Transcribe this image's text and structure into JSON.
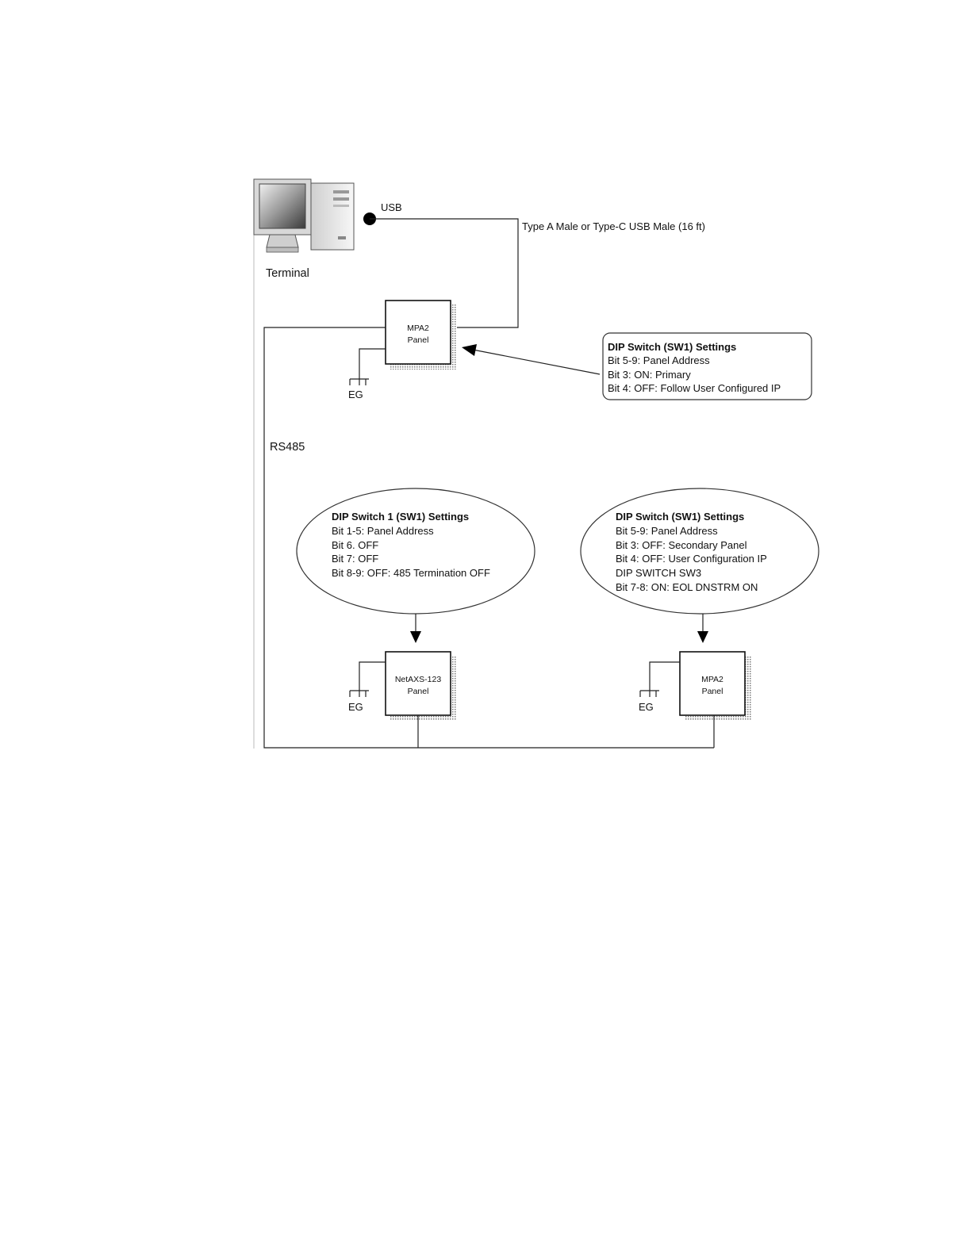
{
  "terminal": {
    "label": "Terminal",
    "icon": "desktop-computer-icon"
  },
  "usb": {
    "port_label": "USB",
    "cable_label": "Type A Male or Type-C USB Male (16 ft)"
  },
  "bus_label": "RS485",
  "ground_label": "EG",
  "panels": {
    "primary": {
      "line1": "MPA2",
      "line2": "Panel"
    },
    "netaxs": {
      "line1": "NetAXS-123",
      "line2": "Panel"
    },
    "secondary": {
      "line1": "MPA2",
      "line2": "Panel"
    }
  },
  "callouts": {
    "primary_settings": {
      "title": "DIP Switch  (SW1) Settings",
      "lines": [
        "Bit 5-9: Panel Address",
        "Bit 3: ON: Primary",
        "Bit 4: OFF: Follow User Configured IP"
      ]
    },
    "netaxs_settings": {
      "title": "DIP Switch 1 (SW1) Settings",
      "lines": [
        "Bit 1-5: Panel Address",
        "Bit 6. OFF",
        "Bit 7: OFF",
        "Bit 8-9: OFF: 485 Termination OFF"
      ]
    },
    "secondary_settings": {
      "title": "DIP Switch  (SW1) Settings",
      "lines": [
        "Bit 5-9: Panel Address",
        "Bit 3: OFF: Secondary Panel",
        "Bit 4: OFF: User Configuration IP",
        "DIP SWITCH SW3",
        "Bit 7-8: ON: EOL DNSTRM ON"
      ]
    }
  }
}
